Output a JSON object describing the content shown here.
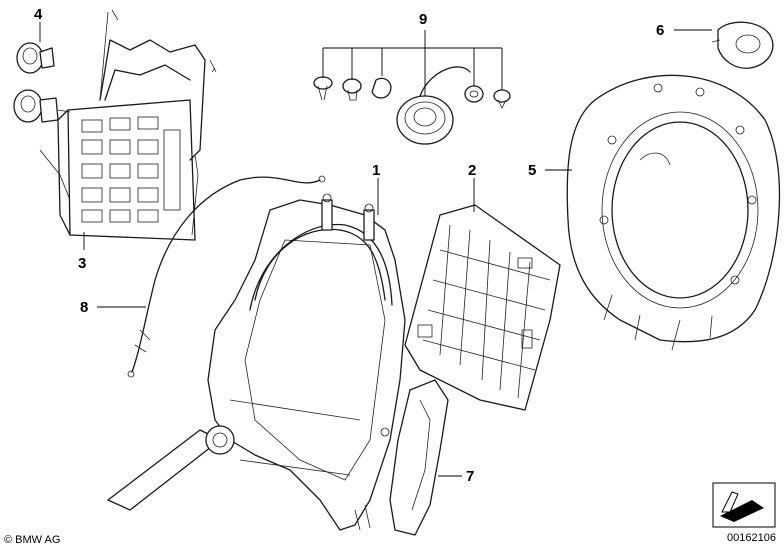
{
  "callouts": [
    {
      "id": "callout-1",
      "label": "1"
    },
    {
      "id": "callout-2",
      "label": "2"
    },
    {
      "id": "callout-3",
      "label": "3"
    },
    {
      "id": "callout-4",
      "label": "4"
    },
    {
      "id": "callout-5",
      "label": "5"
    },
    {
      "id": "callout-6",
      "label": "6"
    },
    {
      "id": "callout-7",
      "label": "7"
    },
    {
      "id": "callout-8",
      "label": "8"
    },
    {
      "id": "callout-9",
      "label": "9"
    }
  ],
  "footer": {
    "copyright": "© BMW AG",
    "catalog_number": "00162106"
  },
  "colors": {
    "line": "#1a1a1a",
    "background": "#ffffff"
  }
}
